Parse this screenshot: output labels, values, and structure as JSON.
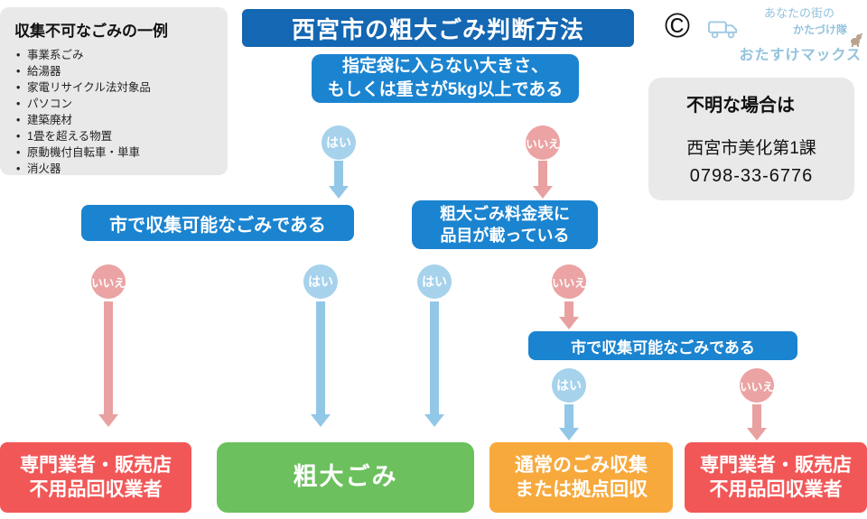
{
  "header": {
    "title": "西宮市の粗大ごみ判断方法",
    "copyright": "©"
  },
  "excluded": {
    "title": "収集不可なごみの一例",
    "items": [
      "事業系ごみ",
      "給湯器",
      "家電リサイクル法対象品",
      "パソコン",
      "建築廃材",
      "1畳を超える物置",
      "原動機付自転車・単車",
      "消火器"
    ]
  },
  "logo": {
    "line1": "あなたの街の",
    "line2": "かたづけ隊",
    "line3": "おたすけマックス"
  },
  "contact": {
    "title": "不明な場合は",
    "department": "西宮市美化第1課",
    "phone": "0798-33-6776"
  },
  "labels": {
    "yes": "はい",
    "no": "いいえ"
  },
  "flow": {
    "q1_line1": "指定袋に入らない大きさ、",
    "q1_line2": "もしくは重さが5kg以上である",
    "q2": "市で収集可能なごみである",
    "q3_line1": "粗大ごみ料金表に",
    "q3_line2": "品目が載っている",
    "q4": "市で収集可能なごみである",
    "result_dealer_line1": "専門業者・販売店",
    "result_dealer_line2": "不用品回収業者",
    "result_bulky": "粗大ごみ",
    "result_normal_line1": "通常のごみ収集",
    "result_normal_line2": "または拠点回収"
  },
  "colors": {
    "title_blue": "#1467b2",
    "node_blue": "#1b84d0",
    "yes_blue": "#a6d2ec",
    "no_pink": "#eba3a3",
    "arrow_blue": "#92c7e8",
    "arrow_pink": "#e9a0a0",
    "result_green": "#6cc05e",
    "result_orange": "#f7a93c",
    "result_red": "#f25757",
    "panel_gray": "#e9e9e9",
    "logo_blue": "#93c3de"
  }
}
